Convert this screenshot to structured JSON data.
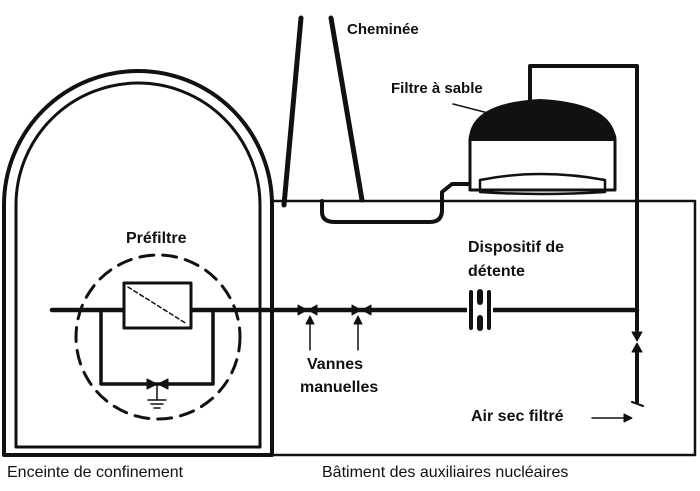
{
  "labels": {
    "chimney": "Cheminée",
    "sand_filter": "Filtre à sable",
    "prefilter": "Préfiltre",
    "expansion_device_line1": "Dispositif de",
    "expansion_device_line2": "détente",
    "manual_valves_line1": "Vannes",
    "manual_valves_line2": "manuelles",
    "dry_air": "Air sec filtré",
    "containment": "Enceinte de confinement",
    "auxiliary_building": "Bâtiment des auxiliaires nucléaires"
  },
  "colors": {
    "ink": "#111111",
    "background": "#ffffff"
  }
}
